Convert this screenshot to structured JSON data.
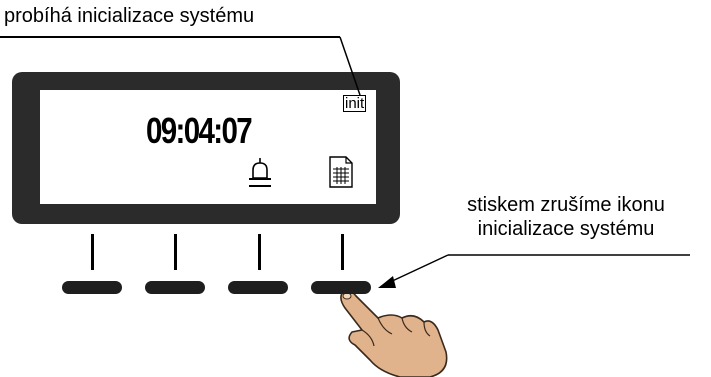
{
  "status_label": "probíhá inicializace systému",
  "callout": {
    "line1": "stiskem zrušíme ikonu",
    "line2": "inicializace systému"
  },
  "display": {
    "time": "09:04:07",
    "init_badge": "init",
    "icons": [
      "bell-icon",
      "document-icon"
    ]
  },
  "buttons": {
    "count": 4,
    "pressed_index": 3
  },
  "colors": {
    "device_body": "#2b2b2b",
    "button": "#1e1e1e",
    "finger_skin": "#e0b38c"
  }
}
